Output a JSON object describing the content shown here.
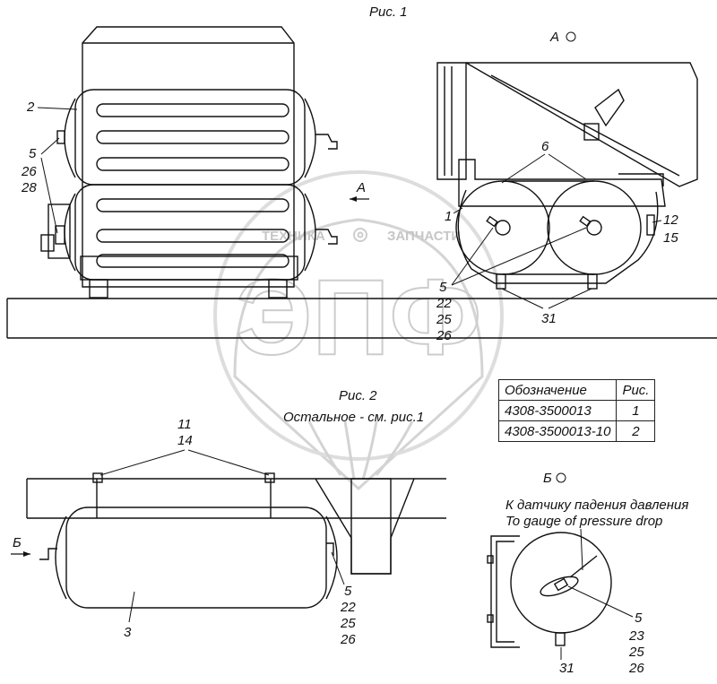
{
  "figure1": {
    "caption": "Рис. 1",
    "view_a_label": "А",
    "arrow_a_label": "А",
    "labels": {
      "c2": "2",
      "c5": "5",
      "c26": "26",
      "c28": "28",
      "c6": "6",
      "c1": "1",
      "c12": "12",
      "c15": "15",
      "c5b": "5",
      "c22": "22",
      "c25": "25",
      "c26b": "26",
      "c31": "31"
    }
  },
  "figure2": {
    "caption": "Рис. 2",
    "note": "Остальное - см. рис.1",
    "arrow_b_label": "Б",
    "labels": {
      "c11": "11",
      "c14": "14",
      "c3": "3",
      "c5": "5",
      "c22": "22",
      "c25": "25",
      "c26": "26"
    }
  },
  "view_b": {
    "title": "Б",
    "note_ru": "К датчику падения давления",
    "note_en": "To gauge of pressure drop",
    "labels": {
      "c5": "5",
      "c23": "23",
      "c25": "25",
      "c26": "26",
      "c31": "31"
    }
  },
  "table": {
    "headers": [
      "Обозначение",
      "Рис."
    ],
    "rows": [
      [
        "4308-3500013",
        "1"
      ],
      [
        "4308-3500013-10",
        "2"
      ]
    ]
  },
  "watermark": {
    "logo": "ЭПФ",
    "left_text": "ТЕХНИКА",
    "right_text": "ЗАПЧАСТИ"
  }
}
